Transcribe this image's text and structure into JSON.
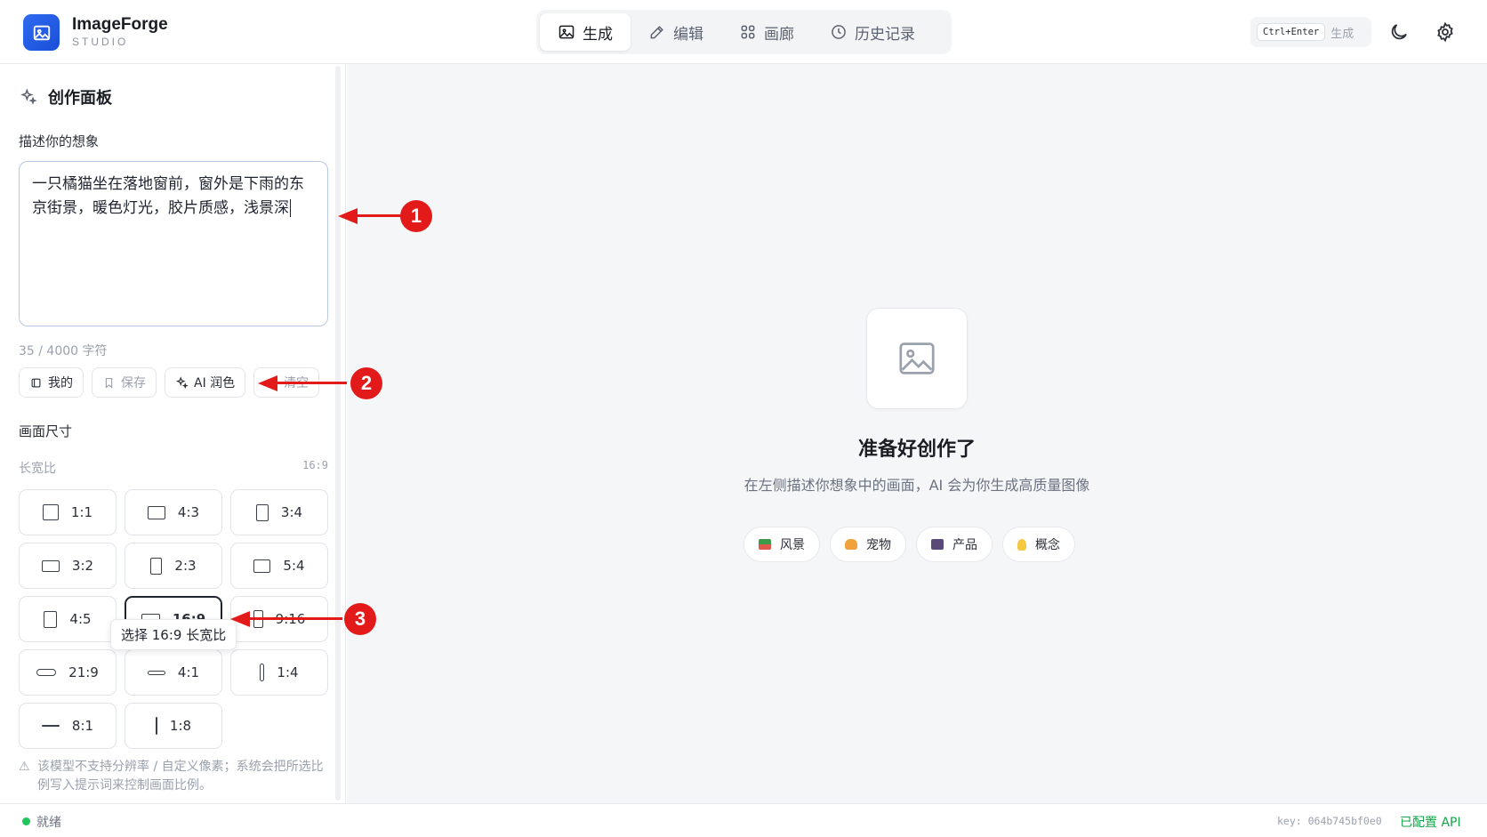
{
  "header": {
    "brand_name": "ImageForge",
    "brand_sub": "STUDIO",
    "tabs": [
      {
        "label": "生成",
        "icon": "image-icon",
        "active": true
      },
      {
        "label": "编辑",
        "icon": "edit-icon",
        "active": false
      },
      {
        "label": "画廊",
        "icon": "grid-icon",
        "active": false
      },
      {
        "label": "历史记录",
        "icon": "clock-icon",
        "active": false
      }
    ],
    "shortcut_key": "Ctrl+Enter",
    "shortcut_label": "生成"
  },
  "sidebar": {
    "panel_title": "创作面板",
    "prompt_label": "描述你的想象",
    "prompt_value": "一只橘猫坐在落地窗前，窗外是下雨的东京街景，暖色灯光，胶片质感，浅景深",
    "char_count": "35 / 4000 字符",
    "actions": [
      {
        "label": "我的",
        "icon": "library-icon",
        "muted": false
      },
      {
        "label": "保存",
        "icon": "bookmark-icon",
        "muted": true
      },
      {
        "label": "AI 润色",
        "icon": "sparkle-icon",
        "muted": false
      },
      {
        "label": "清空",
        "icon": "",
        "muted": true
      }
    ],
    "size_label": "画面尺寸",
    "ratio_label": "长宽比",
    "ratio_value": "16:9",
    "ratios": [
      {
        "label": "1:1"
      },
      {
        "label": "4:3"
      },
      {
        "label": "3:4"
      },
      {
        "label": "3:2"
      },
      {
        "label": "2:3"
      },
      {
        "label": "5:4"
      },
      {
        "label": "4:5"
      },
      {
        "label": "16:9",
        "selected": true
      },
      {
        "label": "9:16"
      },
      {
        "label": "21:9"
      },
      {
        "label": "4:1"
      },
      {
        "label": "1:4"
      },
      {
        "label": "8:1"
      },
      {
        "label": "1:8"
      }
    ],
    "tooltip": "选择 16:9 长宽比",
    "note": "该模型不支持分辨率 / 自定义像素；系统会把所选比例写入提示词来控制画面比例。"
  },
  "main": {
    "empty_title": "准备好创作了",
    "empty_subtitle": "在左侧描述你想象中的画面，AI 会为你生成高质量图像",
    "chips": [
      {
        "label": "风景",
        "color": "#e2574c"
      },
      {
        "label": "宠物",
        "color": "#f2a23a"
      },
      {
        "label": "产品",
        "color": "#5a4a7a"
      },
      {
        "label": "概念",
        "color": "#f5c842"
      }
    ]
  },
  "status": {
    "state": "就绪",
    "key": "key: 064b745bf0e0",
    "api": "已配置 API"
  },
  "annotations": [
    {
      "number": "1"
    },
    {
      "number": "2"
    },
    {
      "number": "3"
    }
  ],
  "colors": {
    "accent": "#2f6bf0",
    "annotation": "#e31a1a",
    "ready": "#22c55e",
    "api_ok": "#16a34a"
  }
}
